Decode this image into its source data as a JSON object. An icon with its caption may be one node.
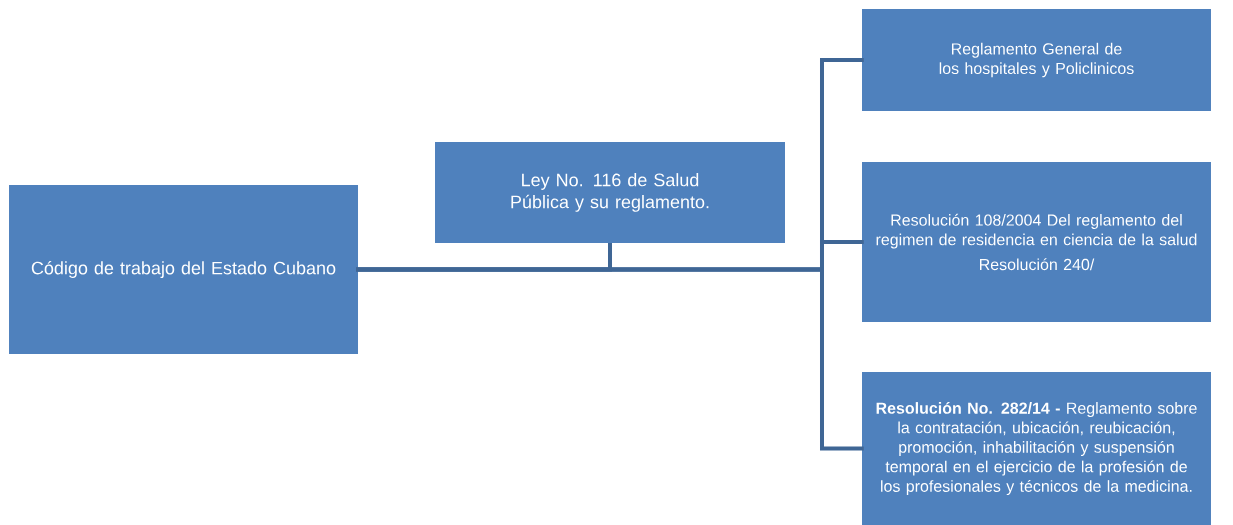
{
  "diagram": {
    "nodes": [
      {
        "text": [
          "Código de trabajo del Estado Cubano"
        ]
      },
      {
        "text": [
          "Ley No. 116 de Salud Pública y su reglamento."
        ]
      },
      {
        "text": [
          "Reglamento General de los hospitales y Policlinicos"
        ]
      },
      {
        "text": [
          "Resolución 108/2004 Del reglamento del regimen de residencia en ciencia de la salud",
          "Resolución 240/"
        ]
      },
      {
        "text": [
          "**Resolución No. 282/14 -** Reglamento sobre la contratación, ubicación, reubicación, promoción, inhabilitación y suspensión temporal en el ejercicio de la profesión de los profesionales y técnicos de la medicina."
        ]
      }
    ],
    "edges": [
      {
        "from": 0,
        "to": 1,
        "arrow": "none"
      },
      {
        "from": 0,
        "to": 2,
        "arrow": "none"
      },
      {
        "from": 0,
        "to": 3,
        "arrow": "none"
      },
      {
        "from": 0,
        "to": 4,
        "arrow": "none"
      }
    ]
  }
}
